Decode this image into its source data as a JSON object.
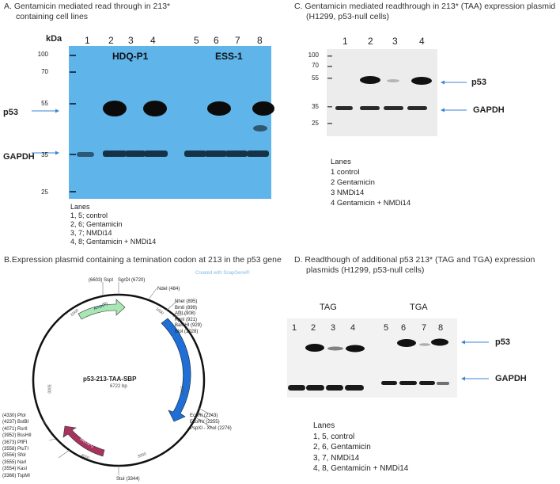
{
  "panelA": {
    "title_line1": "A.  Gentamicin mediated read through in 213* ",
    "title_line2": "containing cell lines",
    "kda": "kDa",
    "lane_numbers": [
      "1",
      "2",
      "3",
      "4",
      "5",
      "6",
      "7",
      "8"
    ],
    "group1": "HDQ-P1",
    "group2": "ESS-1",
    "markers": [
      "100",
      "70",
      "55",
      "35",
      "25"
    ],
    "p53_label": "p53",
    "gapdh_label": "GAPDH",
    "lanes_heading": "Lanes",
    "lanes": [
      "1, 5; control",
      "2, 6; Gentamicin",
      "3, 7; NMDi14",
      "4, 8; Gentamicin +  NMDi14"
    ],
    "blot_color": "#5fb4ea"
  },
  "panelB": {
    "title": "B.Expression plasmid containing a temination codon at 213 in the p53 gene",
    "watermark": "Created with SnapGene®",
    "plasmid_name": "p53-213-TAA-SBP",
    "plasmid_size": "6722 bp",
    "features": [
      "Amp(R)",
      "Insert",
      "Neo(R)"
    ],
    "sites_right": [
      "NheI (895)",
      "BmtI (899)",
      "AflII (908)",
      "KpnI (921)",
      "BamHI (929)",
      "BlpI (1028)"
    ],
    "sites_top": [
      "(6603) SspI",
      "SgrDI (6720)",
      "NdeI (484)"
    ],
    "sites_lower_right": [
      "EcoRI (2243)",
      "EcoRV (2255)",
      "PspXI - XhoI (2276)"
    ],
    "sites_left": [
      "(4330) PfoI",
      "(4237) BstBI",
      "(4071) RsrII",
      "(3952) BssHII",
      "(3673) PflFI",
      "(3558) PluTI",
      "(3556) SfoI",
      "(3555) NarI",
      "(3554) KasI",
      "(3366) TspMI"
    ],
    "sites_bottom": [
      "StuI (3344)"
    ],
    "ticks": [
      "1000",
      "2000",
      "3000",
      "4000",
      "5000",
      "6000"
    ],
    "colors": {
      "amp": "#a8e6b4",
      "insert": "#1f6fd6",
      "neo": "#a8335e"
    }
  },
  "panelC": {
    "title_line1": "C. Gentamicin mediated readthrough in 213* (TAA) expression plasmid",
    "title_line2": "(H1299, p53-null cells)",
    "lane_numbers": [
      "1",
      "2",
      "3",
      "4"
    ],
    "markers": [
      "100",
      "70",
      "55",
      "35",
      "25"
    ],
    "p53_label": "p53",
    "gapdh_label": "GAPDH",
    "lanes_heading": "Lanes",
    "lanes": [
      "1 control",
      "2 Gentamicin",
      "3 NMDi14",
      "4 Gentamicin +  NMDi14"
    ]
  },
  "panelD": {
    "title_line1": "D.  Readthough of additional p53 213* (TAG and TGA) expression",
    "title_line2": "plasmids (H1299, p53-null cells)",
    "group1": "TAG",
    "group2": "TGA",
    "lane_numbers": [
      "1",
      "2",
      "3",
      "4",
      "5",
      "6",
      "7",
      "8"
    ],
    "p53_label": "p53",
    "gapdh_label": "GAPDH",
    "lanes_heading": "Lanes",
    "lanes": [
      "1, 5, control",
      "2, 6, Gentamicin",
      "3, 7, NMDi14",
      "4, 8, Gentamicin +  NMDi14"
    ]
  }
}
